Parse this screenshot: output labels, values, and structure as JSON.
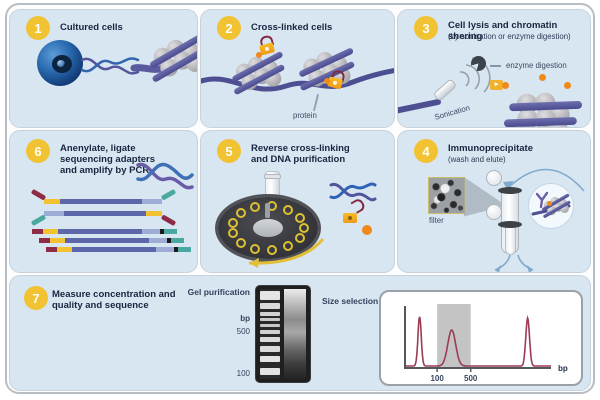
{
  "colors": {
    "panel_bg": "#d8e6f2",
    "accent_yellow": "#f1c232",
    "title_navy": "#17263f",
    "dna_purple": "#53549b",
    "dna_blue": "#3464ae",
    "maroon": "#8e2c48",
    "teal": "#49a8a0",
    "adapter_yellow": "#f2c231",
    "adapter_lightblue": "#9fadd6",
    "orange": "#ef8a1a",
    "chart_line": "#9c3b52",
    "selection_band": "#b5b5b5"
  },
  "panels": {
    "step1": {
      "number": "1",
      "title": "Cultured cells"
    },
    "step2": {
      "number": "2",
      "title": "Cross-linked cells",
      "protein_label": "protein"
    },
    "step3": {
      "number": "3",
      "title": "Cell lysis and chromatin shering",
      "subtitle": "(by sonication or enzyme digestion)",
      "sonication_label": "Sonication",
      "enzyme_label": "enzyme digestion"
    },
    "step4": {
      "number": "4",
      "title": "Immunoprecipitate",
      "subtitle": "(wash and elute)",
      "filter_label": "filter"
    },
    "step5": {
      "number": "5",
      "title": "Reverse cross-linking and DNA purification"
    },
    "step6": {
      "number": "6",
      "title": "Anenylate, ligate sequencing adapters and amplify by PCR"
    },
    "step7": {
      "number": "7",
      "title": "Measure concentration and quality and sequence",
      "gel_label": "Gel purification",
      "size_label": "Size selection",
      "axis_bp": "bp",
      "axis_500": "500",
      "axis_100": "100"
    }
  },
  "gel": {
    "ladder_bands": [
      [
        2,
        9,
        1
      ],
      [
        14,
        6,
        0.95
      ],
      [
        23,
        4,
        0.9
      ],
      [
        29,
        3,
        0.85
      ],
      [
        35,
        3,
        0.85
      ],
      [
        41,
        4,
        0.9
      ],
      [
        48,
        5,
        0.95
      ],
      [
        57,
        6,
        0.95
      ],
      [
        67,
        6,
        1
      ],
      [
        79,
        7,
        1
      ]
    ]
  },
  "chart_data": {
    "type": "line",
    "title": "Size selection",
    "xlabel": "bp",
    "x_ticks": [
      {
        "label": "100",
        "frac": 0.22
      },
      {
        "label": "500",
        "frac": 0.45
      }
    ],
    "selection_band_frac": [
      0.22,
      0.45
    ],
    "peaks": [
      {
        "center_frac": 0.1,
        "height_frac": 0.82,
        "width_frac": 0.016
      },
      {
        "center_frac": 0.32,
        "height_frac": 0.6,
        "width_frac": 0.038
      },
      {
        "center_frac": 0.84,
        "height_frac": 0.8,
        "width_frac": 0.018
      }
    ],
    "line_color": "#9c3b52",
    "band_color": "#b5b5b5",
    "grid": false,
    "legend": false
  }
}
